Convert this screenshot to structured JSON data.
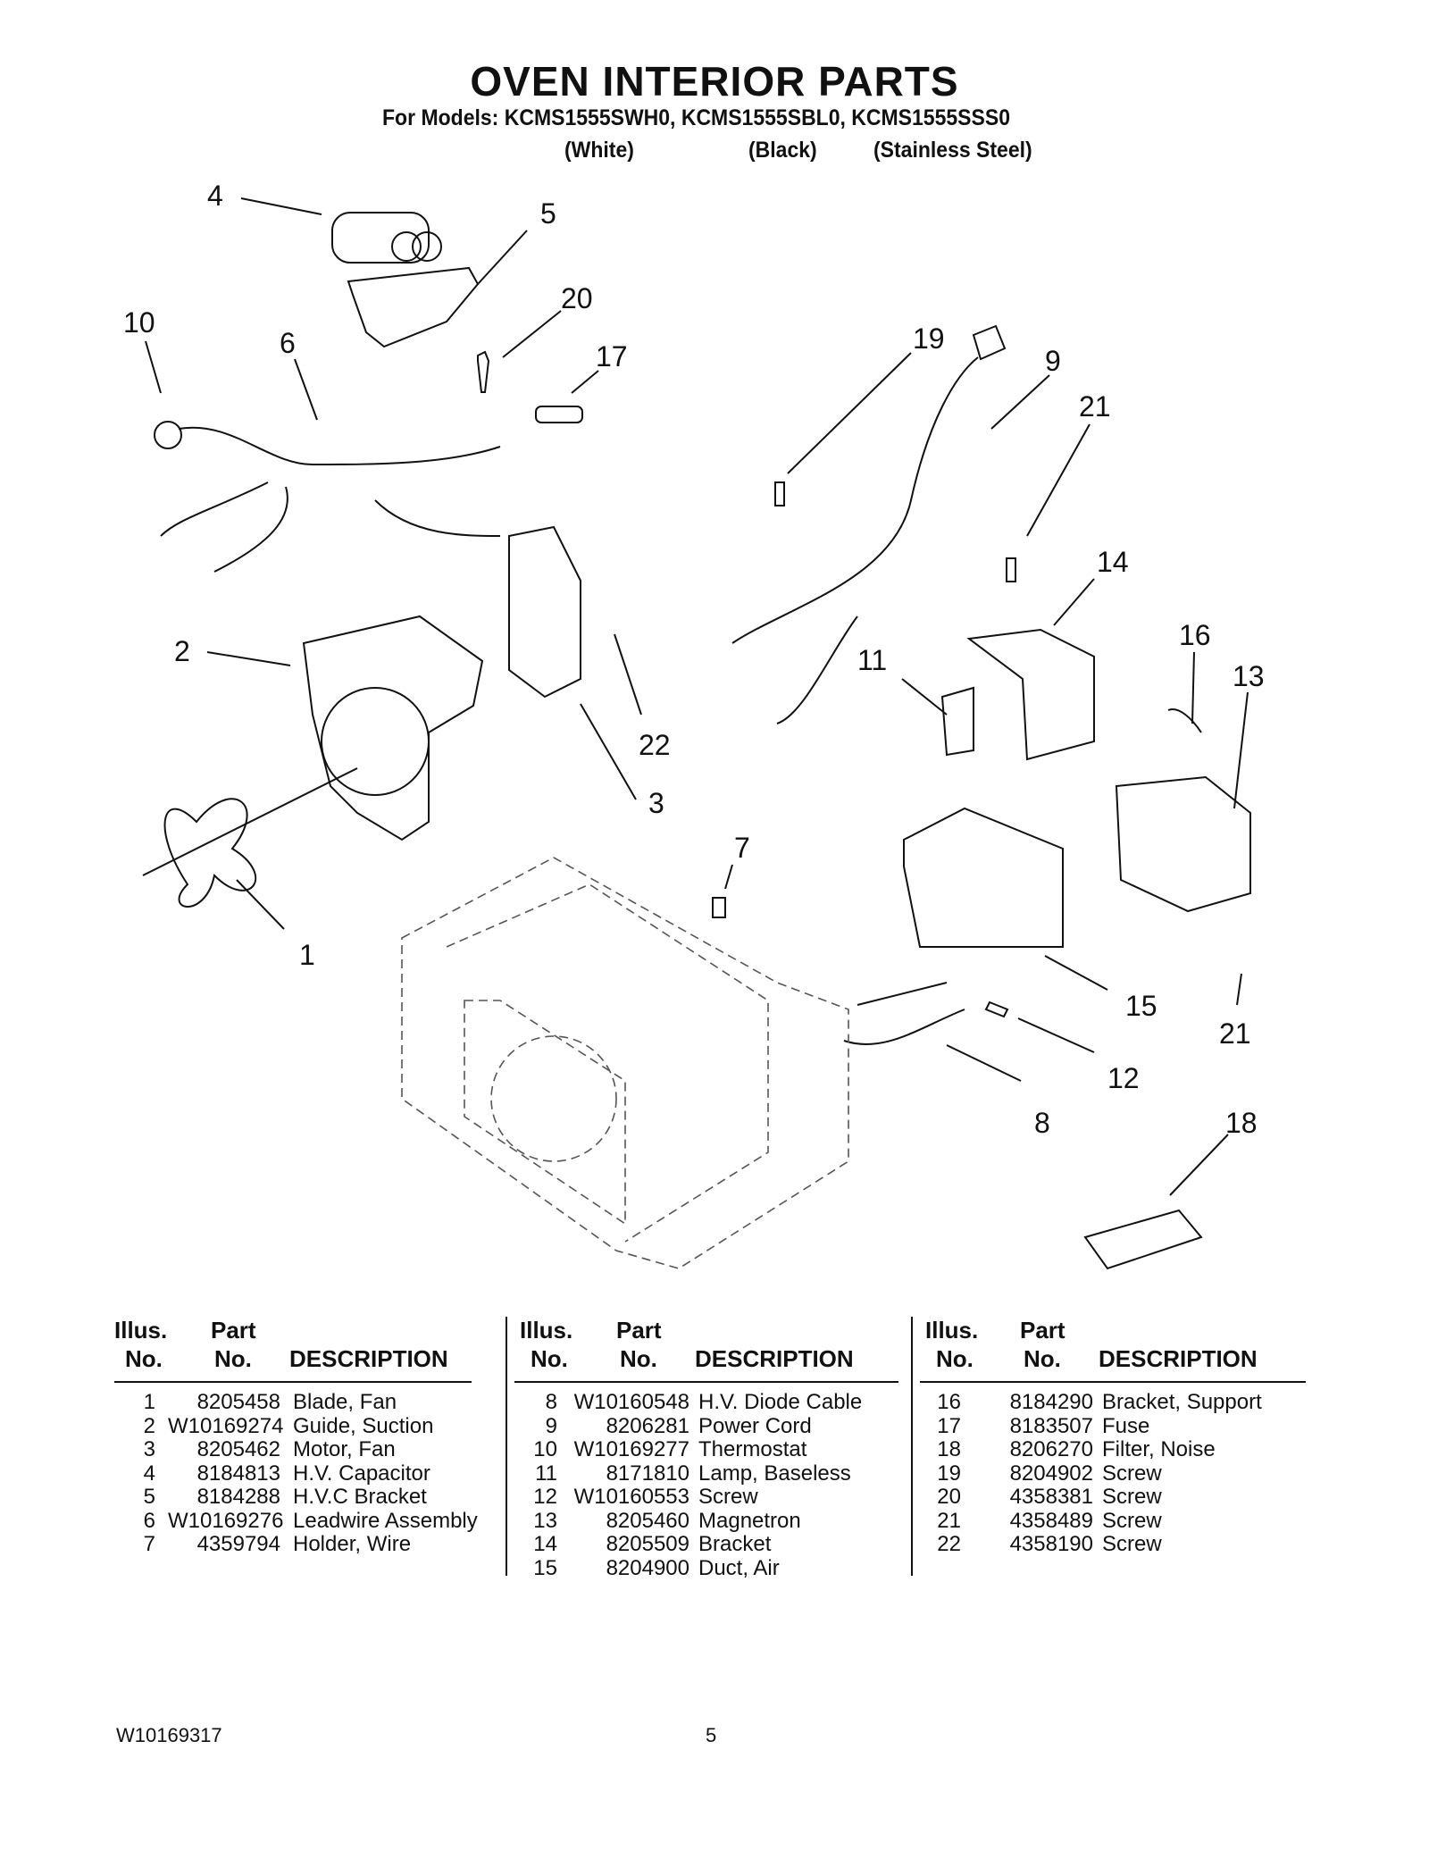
{
  "title": "OVEN INTERIOR PARTS",
  "subtitle": "For Models: KCMS1555SWH0, KCMS1555SBL0, KCMS1555SSS0",
  "finishes": [
    "(White)",
    "(Black)",
    "(Stainless Steel)"
  ],
  "callouts": [
    "4",
    "5",
    "20",
    "10",
    "6",
    "17",
    "19",
    "9",
    "21",
    "14",
    "16",
    "13",
    "2",
    "11",
    "22",
    "3",
    "7",
    "1",
    "15",
    "21",
    "12",
    "8",
    "18"
  ],
  "table_headers": {
    "illus_line1": "Illus.",
    "illus_line2": "No.",
    "part_line1": "Part",
    "part_line2": "No.",
    "description": "DESCRIPTION"
  },
  "parts": [
    [
      {
        "no": "1",
        "part": "8205458",
        "desc": "Blade, Fan"
      },
      {
        "no": "2",
        "part": "W10169274",
        "desc": "Guide, Suction"
      },
      {
        "no": "3",
        "part": "8205462",
        "desc": "Motor, Fan"
      },
      {
        "no": "4",
        "part": "8184813",
        "desc": "H.V. Capacitor"
      },
      {
        "no": "5",
        "part": "8184288",
        "desc": "H.V.C Bracket"
      },
      {
        "no": "6",
        "part": "W10169276",
        "desc": "Leadwire Assembly"
      },
      {
        "no": "7",
        "part": "4359794",
        "desc": "Holder, Wire"
      }
    ],
    [
      {
        "no": "8",
        "part": "W10160548",
        "desc": "H.V. Diode Cable"
      },
      {
        "no": "9",
        "part": "8206281",
        "desc": "Power Cord"
      },
      {
        "no": "10",
        "part": "W10169277",
        "desc": "Thermostat"
      },
      {
        "no": "11",
        "part": "8171810",
        "desc": "Lamp, Baseless"
      },
      {
        "no": "12",
        "part": "W10160553",
        "desc": "Screw"
      },
      {
        "no": "13",
        "part": "8205460",
        "desc": "Magnetron"
      },
      {
        "no": "14",
        "part": "8205509",
        "desc": "Bracket"
      },
      {
        "no": "15",
        "part": "8204900",
        "desc": "Duct, Air"
      }
    ],
    [
      {
        "no": "16",
        "part": "8184290",
        "desc": "Bracket, Support"
      },
      {
        "no": "17",
        "part": "8183507",
        "desc": "Fuse"
      },
      {
        "no": "18",
        "part": "8206270",
        "desc": "Filter, Noise"
      },
      {
        "no": "19",
        "part": "8204902",
        "desc": "Screw"
      },
      {
        "no": "20",
        "part": "4358381",
        "desc": "Screw"
      },
      {
        "no": "21",
        "part": "4358489",
        "desc": "Screw"
      },
      {
        "no": "22",
        "part": "4358190",
        "desc": "Screw"
      }
    ]
  ],
  "footer": {
    "doc_number": "W10169317",
    "page": "5"
  }
}
